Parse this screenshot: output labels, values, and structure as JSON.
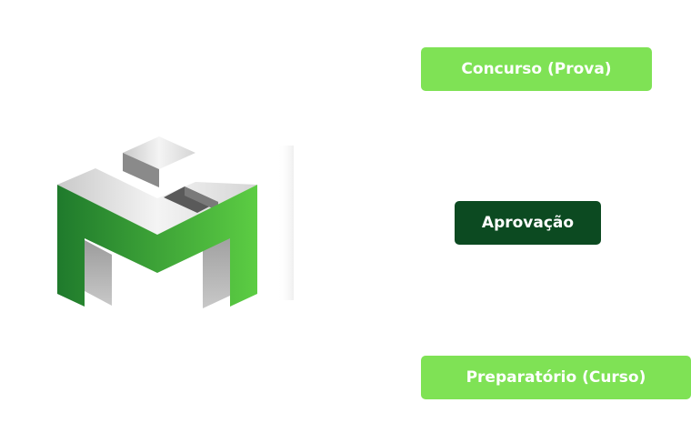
{
  "logo": {
    "icon": "isometric-m-logo-icon",
    "colors": {
      "green_dark": "#1f7a2c",
      "green_light": "#5ccd43",
      "gray_light": "#f2f2f2",
      "gray_mid": "#b9b9b9",
      "gray_dark": "#6f6f6f"
    }
  },
  "buttons": {
    "top_label": "Concurso (Prova)",
    "middle_label": "Aprovação",
    "bottom_label": "Preparatório (Curso)"
  },
  "colors": {
    "light_green": "#7fe255",
    "dark_green": "#0c4a21"
  }
}
